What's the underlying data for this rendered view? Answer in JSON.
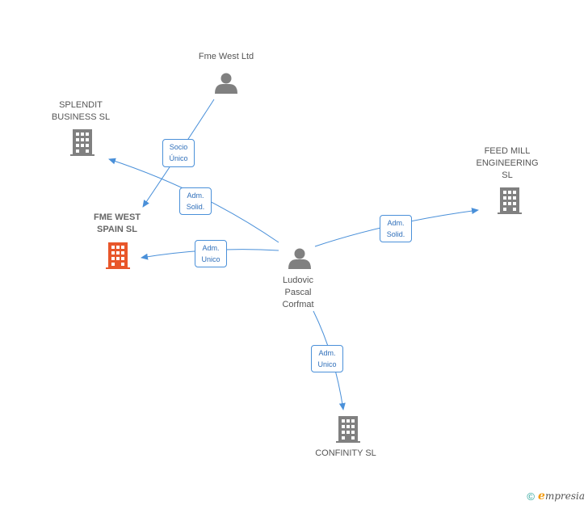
{
  "colors": {
    "edge": "#4a90d9",
    "company": "#808080",
    "company_main": "#e8562a",
    "person": "#808080"
  },
  "nodes": {
    "fme_west_ltd": {
      "lines": [
        "Fme West Ltd"
      ],
      "icon": "person-icon"
    },
    "splendit": {
      "lines": [
        "SPLENDIT",
        "BUSINESS  SL"
      ],
      "icon": "building-icon"
    },
    "fme_west_spain": {
      "lines": [
        "FME WEST",
        "SPAIN  SL"
      ],
      "icon": "building-icon"
    },
    "feed_mill": {
      "lines": [
        "FEED MILL",
        "ENGINEERING",
        "SL"
      ],
      "icon": "building-icon"
    },
    "ludovic": {
      "lines": [
        "Ludovic",
        "Pascal",
        "Corfmat"
      ],
      "icon": "person-icon"
    },
    "confinity": {
      "lines": [
        "CONFINITY  SL"
      ],
      "icon": "building-icon"
    }
  },
  "edges": {
    "socio_unico": [
      "Socio",
      "Único"
    ],
    "adm_solid_splendit": [
      "Adm.",
      "Solid."
    ],
    "adm_unico_fme": [
      "Adm.",
      "Unico"
    ],
    "adm_solid_feed": [
      "Adm.",
      "Solid."
    ],
    "adm_unico_confinity": [
      "Adm.",
      "Unico"
    ]
  },
  "footer": {
    "copyright": "©",
    "brand_initial": "e",
    "brand_rest": "mpresia"
  }
}
